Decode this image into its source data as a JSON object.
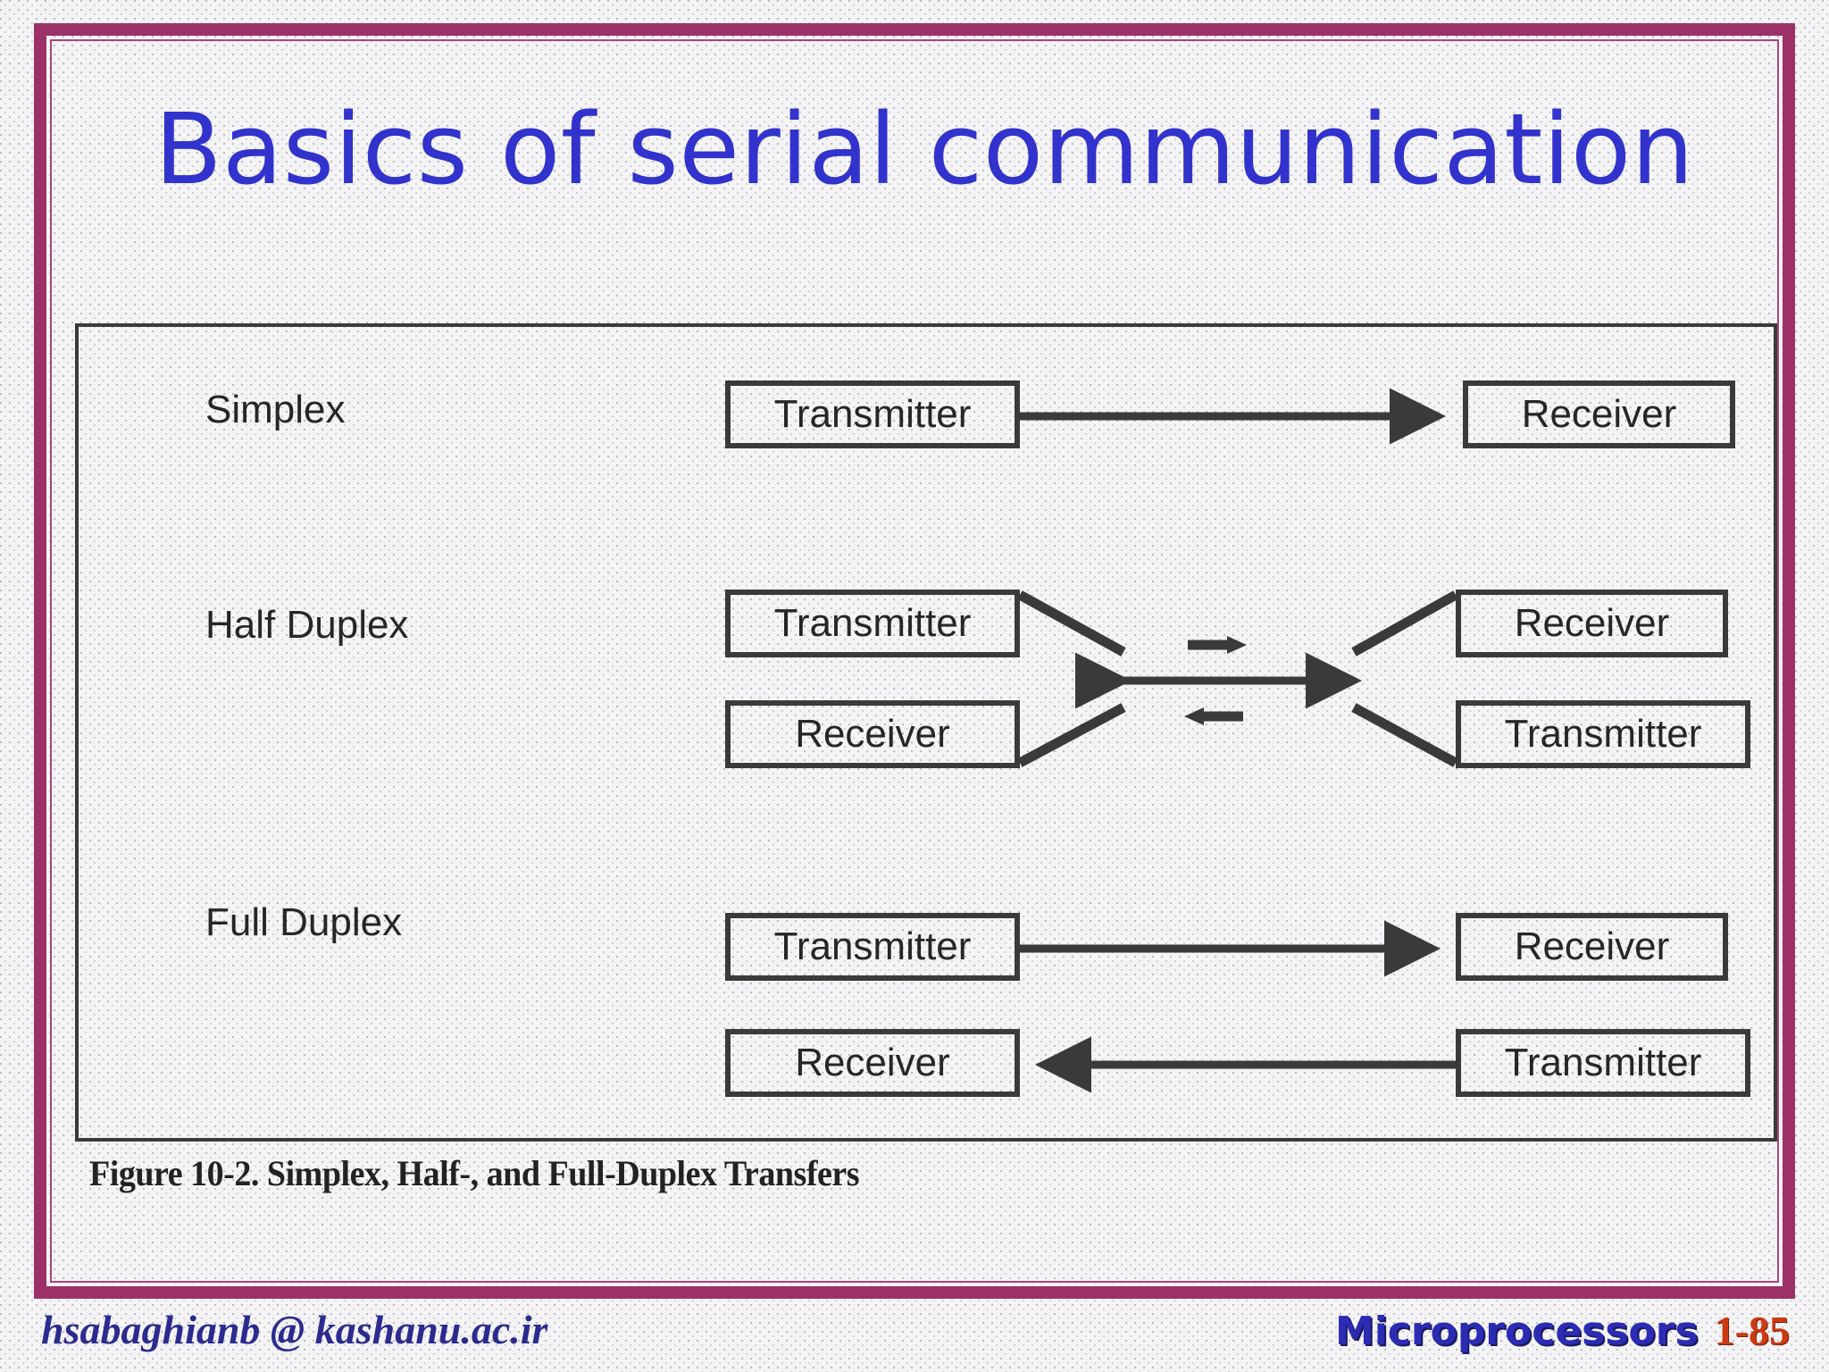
{
  "slide": {
    "title": "Basics of serial communication",
    "frame_color": "#9c3069",
    "title_color": "#3232cc"
  },
  "figure": {
    "caption": "Figure 10-2. Simplex, Half-, and Full-Duplex Transfers",
    "rows": [
      {
        "label": "Simplex",
        "left_nodes": [
          "Transmitter"
        ],
        "right_nodes": [
          "Receiver"
        ],
        "direction": "one-way-right"
      },
      {
        "label": "Half Duplex",
        "left_nodes": [
          "Transmitter",
          "Receiver"
        ],
        "right_nodes": [
          "Receiver",
          "Transmitter"
        ],
        "direction": "shared-bidirectional"
      },
      {
        "label": "Full Duplex",
        "left_nodes": [
          "Transmitter",
          "Receiver"
        ],
        "right_nodes": [
          "Receiver",
          "Transmitter"
        ],
        "direction": "two-way-separate"
      }
    ],
    "node_labels": {
      "transmitter": "Transmitter",
      "receiver": "Receiver"
    },
    "simplex": {
      "label": "Simplex",
      "tx": "Transmitter",
      "rx": "Receiver"
    },
    "half": {
      "label": "Half Duplex",
      "left_tx": "Transmitter",
      "left_rx": "Receiver",
      "right_rx": "Receiver",
      "right_tx": "Transmitter"
    },
    "full": {
      "label": "Full Duplex",
      "left_tx": "Transmitter",
      "left_rx": "Receiver",
      "right_rx": "Receiver",
      "right_tx": "Transmitter"
    }
  },
  "footer": {
    "email": "hsabaghianb @ kashanu.ac.ir",
    "course": "Microprocessors",
    "page": "1-85",
    "email_color": "#2b2b8f",
    "course_color": "#2b2bb4",
    "page_color": "#cc3a14"
  }
}
